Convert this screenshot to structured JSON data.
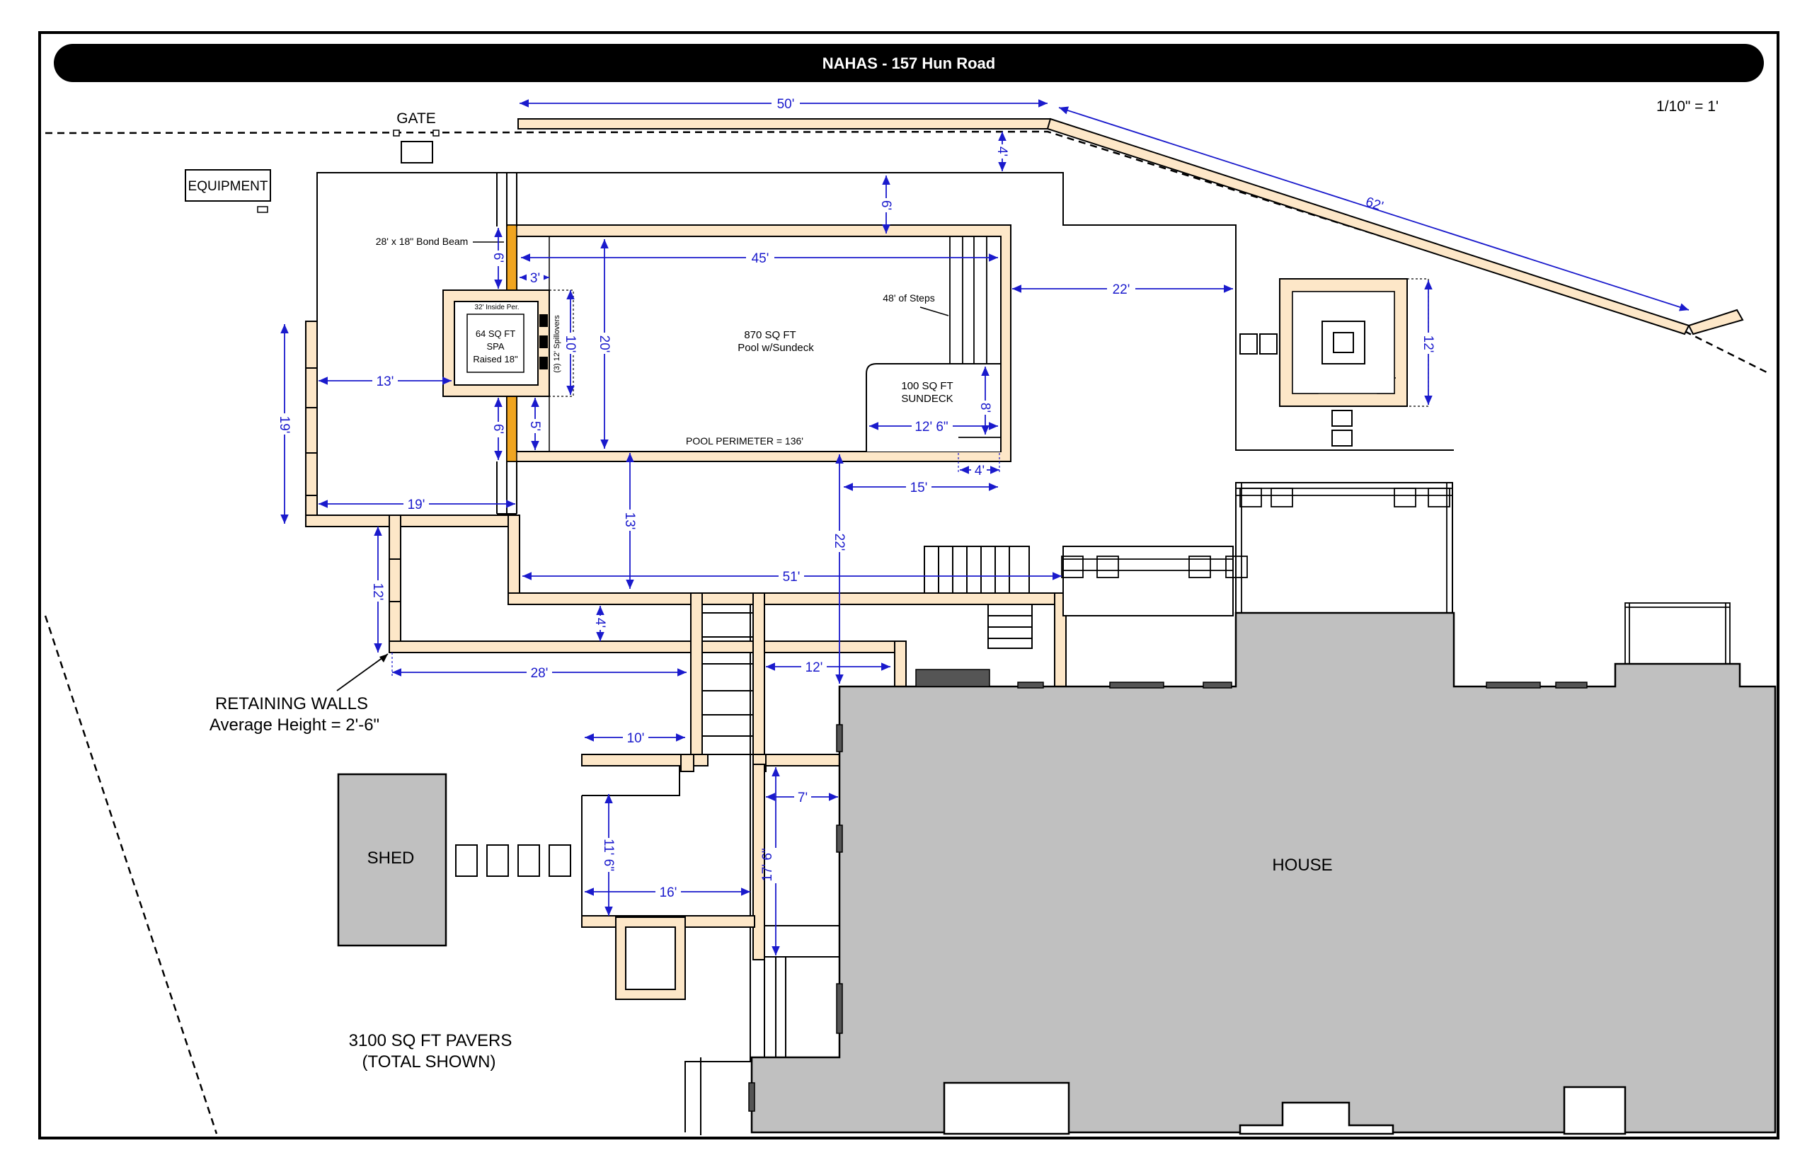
{
  "title": "NAHAS - 157 Hun Road",
  "scale": "1/10\" = 1'",
  "labels": {
    "gate": "GATE",
    "equipment": "EQUIPMENT",
    "bond_beam": "28' x 18\" Bond Beam",
    "spa_perimeter": "32' Inside Per.",
    "spa_area": "64 SQ FT",
    "spa_name": "SPA",
    "spa_raised": "Raised 18\"",
    "spillovers": "(3) 12' Spillovers",
    "pool_area": "870 SQ FT",
    "pool_desc": "Pool w/Sundeck",
    "steps": "48' of Steps",
    "sundeck_area": "100 SQ FT",
    "sundeck_name": "SUNDECK",
    "pool_perimeter": "POOL PERIMETER = 136'",
    "retaining_walls": "RETAINING WALLS",
    "retaining_height": "Average Height = 2'-6\"",
    "shed": "SHED",
    "house": "HOUSE",
    "pavers_area": "3100 SQ FT PAVERS",
    "pavers_note": "(TOTAL SHOWN)"
  },
  "dimensions": {
    "top_wall": "50'",
    "diag_wall": "62'",
    "fence_gap": "4'",
    "pool_to_fence": "6'",
    "pool_length": "45'",
    "pool_to_pergola": "22'",
    "pergola_depth": "12'",
    "spa_wall_top": "6'",
    "spa_offset": "3'",
    "spa_width": "10'",
    "pool_width": "20'",
    "spa_wall_bottom": "6'",
    "spa_step": "5'",
    "left_patio": "13'",
    "left_height": "19'",
    "left_width": "19'",
    "sundeck_width": "12' 6\"",
    "sundeck_depth": "8'",
    "sundeck_ledge": "4'",
    "deck_to_stairs": "15'",
    "pool_to_lower": "13'",
    "pool_to_house": "22'",
    "lower_width": "51'",
    "lower_left_height": "12'",
    "walk_width": "4'",
    "lower_left_width": "28'",
    "walk_right_width": "12'",
    "bottom_patio_top": "10'",
    "bottom_step": "7'",
    "bottom_patio_height": "11' 6\"",
    "bottom_patio_width": "16'",
    "walk_length": "17' 6\""
  },
  "colors": {
    "wall_fill": "#fde7c8",
    "bond_beam": "#f0a520",
    "house_fill": "#c0c0c0",
    "dimension": "#1a1acc",
    "title_bar": "#000000"
  }
}
